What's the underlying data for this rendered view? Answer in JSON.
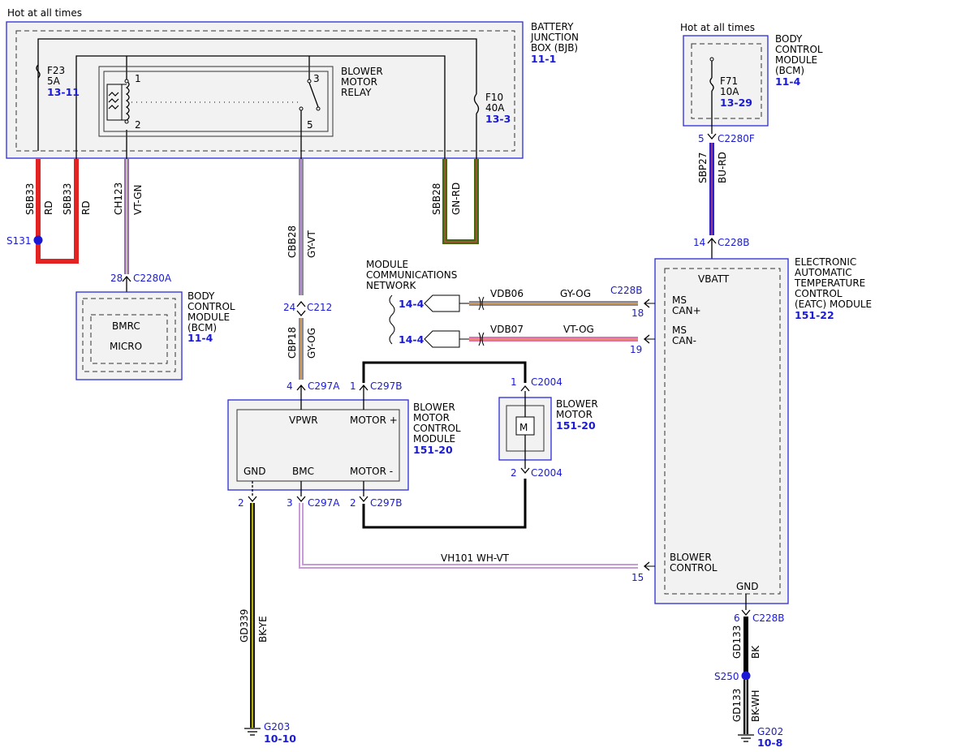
{
  "diagram": {
    "hot_left": "Hot at all times",
    "hot_right": "Hot at all times",
    "bjb": {
      "line1": "BATTERY",
      "line2": "JUNCTION",
      "line3": "BOX (BJB)",
      "ref": "11-1"
    },
    "f23": {
      "name": "F23",
      "rating": "5A",
      "ref": "13-11"
    },
    "f10": {
      "name": "F10",
      "rating": "40A",
      "ref": "13-3"
    },
    "f71": {
      "name": "F71",
      "rating": "10A",
      "ref": "13-29"
    },
    "relay": {
      "line1": "BLOWER",
      "line2": "MOTOR",
      "line3": "RELAY",
      "pin1": "1",
      "pin2": "2",
      "pin3": "3",
      "pin5": "5"
    },
    "bcm_top": {
      "line1": "BODY",
      "line2": "CONTROL",
      "line3": "MODULE",
      "line4": "(BCM)",
      "ref": "11-4"
    },
    "bcm_left": {
      "line1": "BODY",
      "line2": "CONTROL",
      "line3": "MODULE",
      "line4": "(BCM)",
      "ref": "11-4",
      "bmrc": "BMRC",
      "micro": "MICRO"
    },
    "wires": {
      "sbb33_a": "SBB33",
      "rd_a": "RD",
      "sbb33_b": "SBB33",
      "rd_b": "RD",
      "ch123": "CH123",
      "vt_gn": "VT-GN",
      "cbb28": "CBB28",
      "gy_vt": "GY-VT",
      "cbp18": "CBP18",
      "gy_og": "GY-OG",
      "sbb28": "SBB28",
      "gn_rd": "GN-RD",
      "sbp27": "SBP27",
      "bu_rd": "BU-RD",
      "vdb06": "VDB06",
      "vdb06_color": "GY-OG",
      "vdb07": "VDB07",
      "vdb07_color": "VT-OG",
      "vh101": "VH101 WH-VT",
      "gd339": "GD339",
      "bk_ye": "BK-YE",
      "gd133_a": "GD133",
      "bk": "BK",
      "gd133_b": "GD133",
      "bk_wh": "BK-WH"
    },
    "splices": {
      "s131": "S131",
      "s250": "S250"
    },
    "connectors": {
      "c2280a_pin": "28",
      "c2280a": "C2280A",
      "c212_pin": "24",
      "c212": "C212",
      "c297a_top_pin": "4",
      "c297a_top": "C297A",
      "c297b_top_pin": "1",
      "c297b_top": "C297B",
      "c297a_bot_pin": "3",
      "c297a_bot": "C297A",
      "c297b_bot_pin": "2",
      "c297b_bot": "C297B",
      "gnd_pin": "2",
      "c2004_top_pin": "1",
      "c2004_top": "C2004",
      "c2004_bot_pin": "2",
      "c2004_bot": "C2004",
      "c2280f_pin": "5",
      "c2280f": "C2280F",
      "c228b_top_pin": "14",
      "c228b_top": "C228B",
      "c228b_can": "C228B",
      "can_hi_pin": "18",
      "can_lo_pin": "19",
      "blower_ctrl_pin": "15",
      "c228b_gnd_pin": "6",
      "c228b_gnd": "C228B"
    },
    "network": {
      "line1": "MODULE",
      "line2": "COMMUNICATIONS",
      "line3": "NETWORK",
      "ref_a": "14-4",
      "ref_b": "14-4"
    },
    "bmcm": {
      "line1": "BLOWER",
      "line2": "MOTOR",
      "line3": "CONTROL",
      "line4": "MODULE",
      "ref": "151-20",
      "vpwr": "VPWR",
      "motor_plus": "MOTOR +",
      "gnd": "GND",
      "bmc": "BMC",
      "motor_minus": "MOTOR -"
    },
    "motor": {
      "line1": "BLOWER",
      "line2": "MOTOR",
      "ref": "151-20",
      "symbol": "M"
    },
    "eatc": {
      "line1": "ELECTRONIC",
      "line2": "AUTOMATIC",
      "line3": "TEMPERATURE",
      "line4": "CONTROL",
      "line5": "(EATC) MODULE",
      "ref": "151-22",
      "vbatt": "VBATT",
      "ms1": "MS",
      "can_plus": "CAN+",
      "ms2": "MS",
      "can_minus": "CAN-",
      "blower1": "BLOWER",
      "blower2": "CONTROL",
      "gnd": "GND"
    },
    "grounds": {
      "g203": "G203",
      "g203_ref": "10-10",
      "g202": "G202",
      "g202_ref": "10-8"
    },
    "colors": {
      "module_fill": "#f2f2f2",
      "module_border": "#2b2bd6",
      "ref_blue": "#1a1ad6",
      "red_wire": "#e32222",
      "green_wire": "#3f6a10",
      "blue_wire": "#2a1fd0"
    }
  }
}
